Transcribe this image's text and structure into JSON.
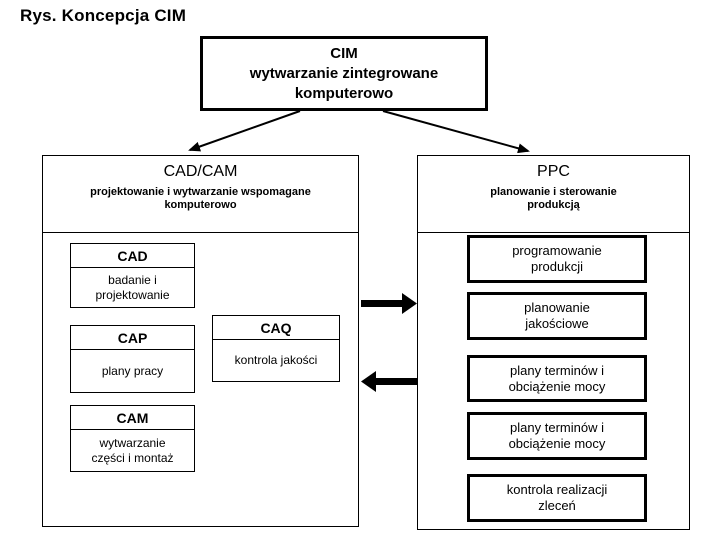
{
  "title": "Rys. Koncepcja CIM",
  "cim": {
    "lines": [
      "CIM",
      "wytwarzanie zintegrowane",
      "komputerowo"
    ]
  },
  "cadcam": {
    "title": "CAD/CAM",
    "subtitle": [
      "projektowanie i wytwarzanie wspomagane",
      "komputerowo"
    ],
    "modules": [
      {
        "abbr": "CAD",
        "desc": [
          "badanie i",
          "projektowanie"
        ]
      },
      {
        "abbr": "CAP",
        "desc": [
          "plany pracy"
        ]
      },
      {
        "abbr": "CAQ",
        "desc": [
          "kontrola jakości"
        ]
      },
      {
        "abbr": "CAM",
        "desc": [
          "wytwarzanie",
          "części i montaż"
        ]
      }
    ]
  },
  "ppc": {
    "title": "PPC",
    "subtitle": [
      "planowanie i sterowanie",
      "produkcją"
    ],
    "items": [
      {
        "lines": [
          "programowanie",
          "produkcji"
        ]
      },
      {
        "lines": [
          "planowanie",
          "jakościowe"
        ]
      },
      {
        "lines": [
          "plany terminów i",
          "obciążenie mocy"
        ]
      },
      {
        "lines": [
          "plany terminów i",
          "obciążenie mocy"
        ]
      },
      {
        "lines": [
          "kontrola realizacji",
          "zleceń"
        ]
      }
    ]
  },
  "colors": {
    "ink": "#000000",
    "background": "#ffffff"
  }
}
